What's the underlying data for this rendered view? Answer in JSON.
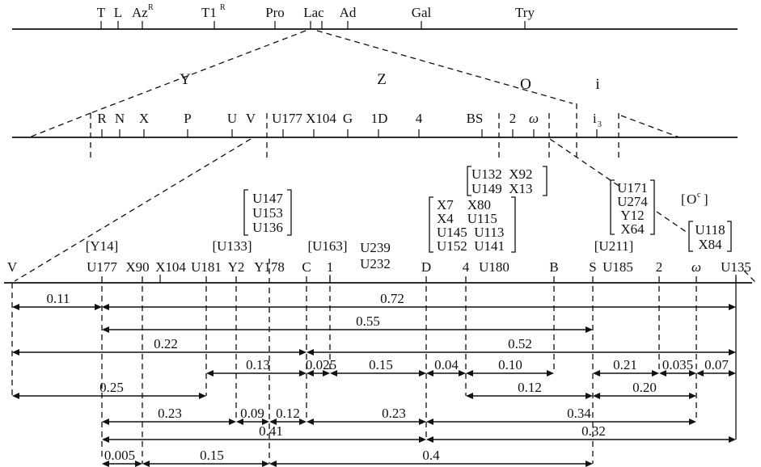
{
  "top_map": {
    "markers": [
      {
        "label": "T"
      },
      {
        "label": "L"
      },
      {
        "label": "Az",
        "sup": "R"
      },
      {
        "label": "T1",
        "sup": "R"
      },
      {
        "label": "Pro"
      },
      {
        "label": "Lac"
      },
      {
        "label": "Ad"
      },
      {
        "label": "Gal"
      },
      {
        "label": "Try"
      }
    ]
  },
  "regions": {
    "Y": "Y",
    "Z": "Z",
    "O": "O",
    "i": "i"
  },
  "mid_map": {
    "markers": [
      "R",
      "N",
      "X",
      "P",
      "U",
      "V",
      "U177",
      "X104",
      "G",
      "1D",
      "4",
      "BS",
      "2",
      "ω",
      "i3"
    ],
    "subscript_i3": {
      "base": "i",
      "sub": "3"
    }
  },
  "clusters": {
    "c1": [
      "U132  X92",
      "U149  X13"
    ],
    "c2": [
      "U147",
      "U153",
      "U136"
    ],
    "c3": [
      "X7    X80",
      "X4    U115",
      "U145  U113",
      "U152  U141"
    ],
    "c4": [
      "U171",
      "U274",
      "Y12",
      "X64"
    ],
    "c5_label": {
      "base": "O",
      "sup": "c"
    },
    "c6": [
      "U118",
      "X84"
    ]
  },
  "bottom_map": {
    "markers": [
      "V",
      "U177",
      "X90",
      "X104",
      "U181",
      "Y2",
      "Y178",
      "C",
      "1",
      "D",
      "4",
      "U180",
      "B",
      "S",
      "U185",
      "2",
      "ω",
      "U135"
    ],
    "brackets_above": [
      "[Y14]",
      "[U133]",
      "[U163]",
      "[U211]"
    ],
    "stacked_label": [
      "U239",
      "U232"
    ]
  },
  "distances": [
    "0.11",
    "0.72",
    "0.55",
    "0.22",
    "0.52",
    "0.13",
    "0.025",
    "0.15",
    "0.04",
    "0.10",
    "0.21",
    "0.035",
    "0.07",
    "0.25",
    "0.12",
    "0.20",
    "0.23",
    "0.09",
    "0.12",
    "0.23",
    "0.34",
    "0.41",
    "0.32",
    "0.005",
    "0.15",
    "0.4"
  ]
}
